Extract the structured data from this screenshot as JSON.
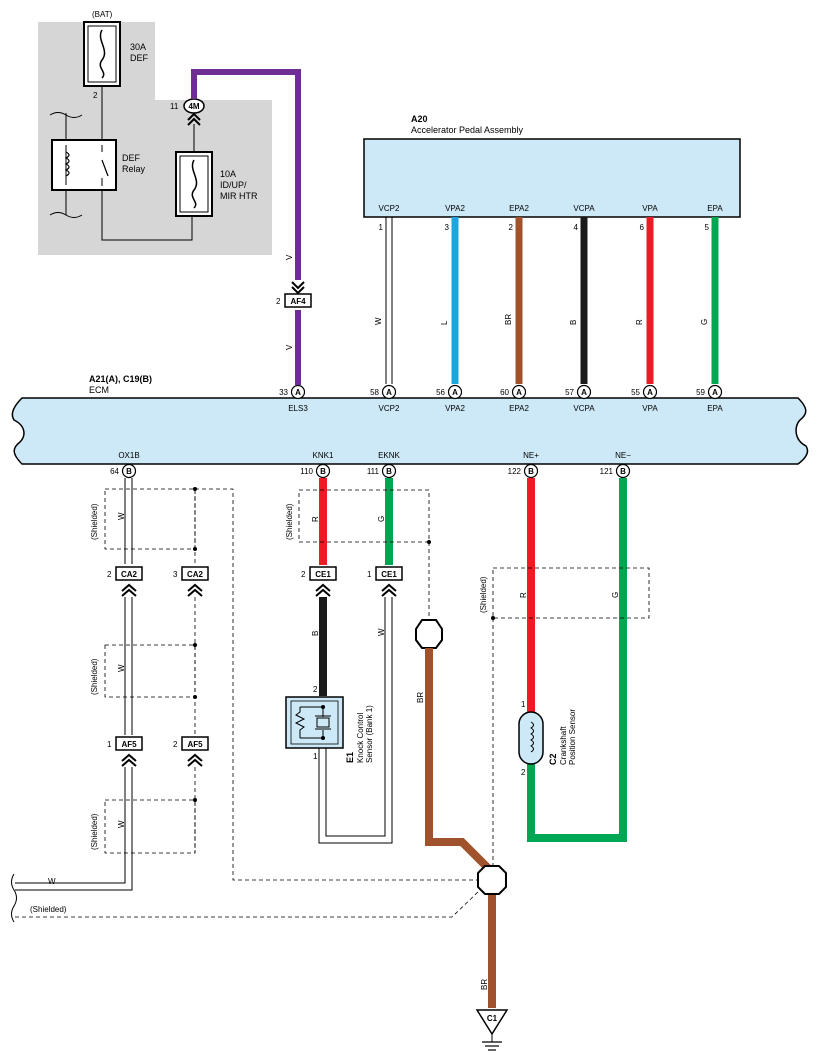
{
  "colors": {
    "panel": "#d6d6d7",
    "ecm_fill": "#cde9f7",
    "wire_V": "#6f2c91",
    "wire_L": "#1aa7e0",
    "wire_BR": "#a0522d",
    "wire_B": "#1a1a1a",
    "wire_R": "#ed1c24",
    "wire_G": "#00a651",
    "wire_W": "#ffffff"
  },
  "power": {
    "bat_label": "(BAT)",
    "fuse_def": "30A\nDEF",
    "fuse_def_l1": "30A",
    "fuse_def_l2": "DEF",
    "fuse_def_pin": "2",
    "relay_l1": "DEF",
    "relay_l2": "Relay",
    "fuse_mir_l1": "10A",
    "fuse_mir_l2": "ID/UP/",
    "fuse_mir_l3": "MIR HTR",
    "conn_4m_pin": "11",
    "conn_4m": "4M"
  },
  "wire_codes": {
    "v": "V",
    "w": "W",
    "l": "L",
    "br": "BR",
    "b": "B",
    "r": "R",
    "g": "G",
    "shielded": "(Shielded)"
  },
  "af4": {
    "pin": "2",
    "label": "AF4"
  },
  "a20": {
    "id": "A20",
    "name": "Accelerator Pedal Assembly",
    "terminals": [
      {
        "name": "VCP2",
        "pin": "1",
        "wire": "W"
      },
      {
        "name": "VPA2",
        "pin": "3",
        "wire": "L"
      },
      {
        "name": "EPA2",
        "pin": "2",
        "wire": "BR"
      },
      {
        "name": "VCPA",
        "pin": "4",
        "wire": "B"
      },
      {
        "name": "VPA",
        "pin": "6",
        "wire": "R"
      },
      {
        "name": "EPA",
        "pin": "5",
        "wire": "G"
      }
    ]
  },
  "ecm": {
    "id": "A21(A), C19(B)",
    "name": "ECM",
    "top_terminals": [
      {
        "pin": "33",
        "conn": "A",
        "name": "ELS3"
      },
      {
        "pin": "58",
        "conn": "A",
        "name": "VCP2"
      },
      {
        "pin": "56",
        "conn": "A",
        "name": "VPA2"
      },
      {
        "pin": "60",
        "conn": "A",
        "name": "EPA2"
      },
      {
        "pin": "57",
        "conn": "A",
        "name": "VCPA"
      },
      {
        "pin": "55",
        "conn": "A",
        "name": "VPA"
      },
      {
        "pin": "59",
        "conn": "A",
        "name": "EPA"
      }
    ],
    "bottom_terminals": [
      {
        "pin": "64",
        "conn": "B",
        "name": "OX1B"
      },
      {
        "pin": "110",
        "conn": "B",
        "name": "KNK1"
      },
      {
        "pin": "111",
        "conn": "B",
        "name": "EKNK"
      },
      {
        "pin": "122",
        "conn": "B",
        "name": "NE+"
      },
      {
        "pin": "121",
        "conn": "B",
        "name": "NE−"
      }
    ]
  },
  "connectors": {
    "ca2_a": {
      "pin": "2",
      "label": "CA2"
    },
    "ca2_b": {
      "pin": "3",
      "label": "CA2"
    },
    "af5_a": {
      "pin": "1",
      "label": "AF5"
    },
    "af5_b": {
      "pin": "2",
      "label": "AF5"
    },
    "ce1_a": {
      "pin": "2",
      "label": "CE1"
    },
    "ce1_b": {
      "pin": "1",
      "label": "CE1"
    }
  },
  "e1": {
    "id": "E1",
    "l1": "Knock Control",
    "l2": "Sensor (Bank 1)",
    "pin_top": "2",
    "pin_bottom": "1"
  },
  "c2": {
    "id": "C2",
    "l1": "Crankshaft",
    "l2": "Position Sensor",
    "pin_top": "1",
    "pin_bottom": "2"
  },
  "ground": {
    "label": "C1"
  }
}
